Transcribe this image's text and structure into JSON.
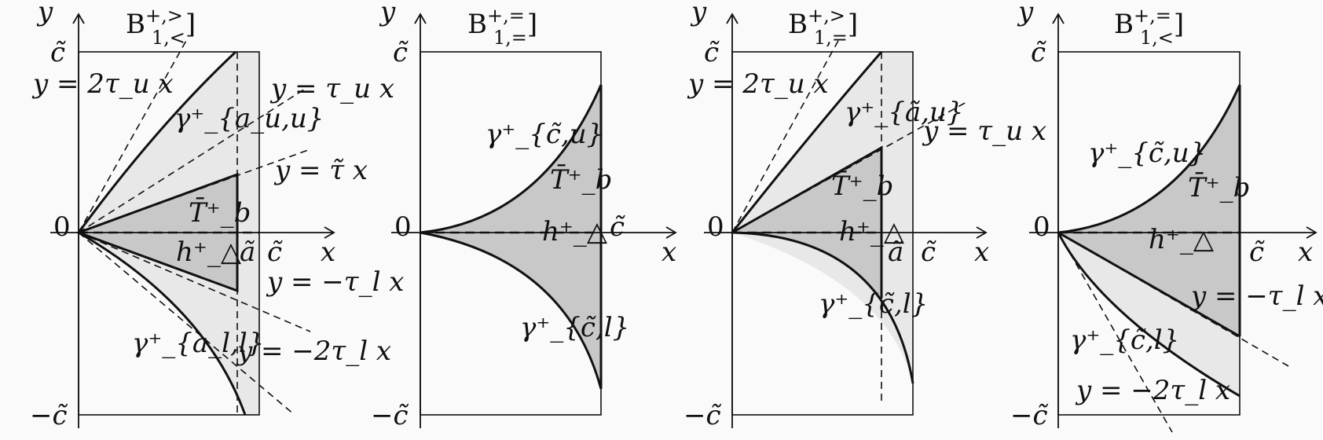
{
  "panels": [
    {
      "title": "B^{+,>}_{1,<}]",
      "labels": {
        "y_axis": "y",
        "x_axis": "x",
        "origin": "0",
        "c_top": "c̃",
        "c_bottom": "−c̃",
        "a_tick": "ã",
        "c_tick": "c̃",
        "line_2tau_u": "y = 2τ_u x",
        "line_tau_u": "y = τ_u x",
        "line_tilde_tau": "y = τ̃ x",
        "line_neg_tau_l": "y = −τ_l x",
        "line_neg_2tau_l": "y = −2τ_l x",
        "gamma_upper": "γ⁺_{a_u,u}",
        "gamma_lower": "γ⁺_{a_l,l}",
        "T_b": "T̄⁺_b",
        "h_delta": "h⁺_△"
      }
    },
    {
      "title": "B^{+,=}_{1,=}]",
      "labels": {
        "y_axis": "y",
        "x_axis": "x",
        "origin": "0",
        "c_top": "c̃",
        "c_bottom": "−c̃",
        "c_tick": "c̃",
        "gamma_upper": "γ⁺_{c̃,u}",
        "gamma_lower": "γ⁺_{c̃,l}",
        "T_b": "T̄⁺_b",
        "h_delta": "h⁺_△"
      }
    },
    {
      "title": "B^{+,>}_{1,=}]",
      "labels": {
        "y_axis": "y",
        "x_axis": "x",
        "origin": "0",
        "c_top": "c̃",
        "c_bottom": "−c̃",
        "a_tick": "ã",
        "c_tick": "c̃",
        "line_2tau_u": "y = 2τ_u x",
        "line_tau_u": "y = τ_u x",
        "gamma_upper": "γ⁺_{ã,u}",
        "gamma_lower": "γ⁺_{c̃,l}",
        "T_b": "T̄⁺_b",
        "h_delta": "h⁺_△"
      }
    },
    {
      "title": "B^{+,=}_{1,<}]",
      "labels": {
        "y_axis": "y",
        "x_axis": "x",
        "origin": "0",
        "c_top": "c̃",
        "c_bottom": "−c̃",
        "c_tick": "c̃",
        "line_neg_tau_l": "y = −τ_l x",
        "line_neg_2tau_l": "y = −2τ_l x",
        "gamma_upper": "γ⁺_{c̃,u}",
        "gamma_lower": "γ⁺_{c̃,l}",
        "T_b": "T̄⁺_b",
        "h_delta": "h⁺_△"
      }
    }
  ],
  "colors": {
    "light_region": "#e8e8e8",
    "dark_region": "#c8c8c8",
    "ink": "#111111"
  }
}
